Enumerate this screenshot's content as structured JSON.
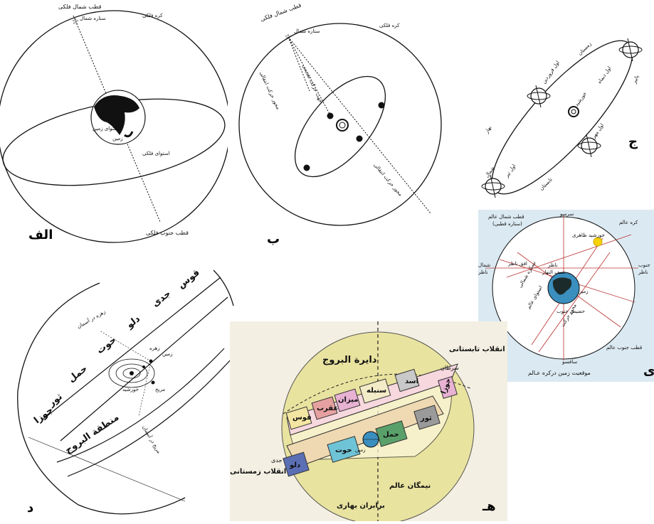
{
  "panel_alef": {
    "tag": "الف",
    "north_pole": "قطب شمال فلکی",
    "polaris": "ستاره شمال",
    "sphere": "کره فلکی",
    "earth_equator": "استوای زمین",
    "earth": "زمین",
    "celestial_equator": "استوای فلکی",
    "south_pole": "قطب جنوب فلکی"
  },
  "panel_be": {
    "tag": "ب",
    "north_pole": "قطب شمال فلکی",
    "polaris": "ستاره شمال",
    "sphere": "کره فلکی",
    "precession_dir": "جهت حرکت تقدیمی",
    "precession_axis": "محور حرکت انتقالی",
    "orbit_axis": "محور حرکت انتقالی"
  },
  "panel_jim": {
    "tag": "ج",
    "winter": "زمستان",
    "autumn": "پاییز",
    "spring": "بهار",
    "summer": "تابستان",
    "farvardin": "اول فروردین",
    "dey": "اول دیماه",
    "sun": "خورشید",
    "mehr": "اول مهر",
    "tir": "اول تیر",
    "north": "شمال"
  },
  "panel_ye": {
    "tag": "ی",
    "zenith": "سرسو",
    "north_pole": "قطب شمال عالم",
    "polaris_note": "(ستاره قطبی)",
    "sphere": "کره عالم",
    "apparent_sun": "خورشید ظاهری",
    "south_horizon": "جنوب",
    "south_horizon2": "ناظر",
    "horizon": "افق ناظر",
    "north_horizon": "شمال",
    "north_horizon2": "ناظر",
    "observer": "ناظر",
    "earth": "زمین",
    "nadir": "سافسو",
    "south_pole": "قطب جنوب عالم",
    "caption": "موقعیت زمین درکره عـالم",
    "meridian": "نصف النهار",
    "equator": "استوای عالم",
    "hemisphere": "نیمکره شمالی",
    "south_h": "حضیض جنوب",
    "orbit_axis": "محور حرکت"
  },
  "panel_dal": {
    "tag": "د",
    "zodiac": [
      "قوس",
      "جدی",
      "دلو",
      "حوت",
      "حمل",
      "ثور",
      "جوزا"
    ],
    "zodiac_belt": "منطقة البروج",
    "venus_sky": "زهره در آسمان",
    "venus": "زهره",
    "earth": "زمین",
    "sun": "خورشید",
    "mars": "مریخ",
    "mars_sky": "مریخ در آسمان"
  },
  "panel_he": {
    "tag": "هـ",
    "ecliptic": "دایرة البروج",
    "summer_solstice": "انقلاب تابستانی",
    "cancer": "سرطان",
    "winter_solstice": "انقلاب زمستانی",
    "capricorn": "جدی",
    "hemisphere": "نیمگان عالم",
    "equinox": "برابران بهاری",
    "earth": "زمین",
    "signs": [
      "اسد",
      "سنبله",
      "میزان",
      "عقرب",
      "قوس",
      "دلو",
      "حوت",
      "حمل",
      "ثور",
      "جوزا"
    ]
  },
  "colors": {
    "line": "#111111",
    "sphere_yellow": "#e9e3a0",
    "he_bg": "#f3efe2",
    "ye_bg": "#dbe9f2",
    "sun_yellow": "#f5d20a",
    "earth_blue": "#3b8fbf"
  }
}
